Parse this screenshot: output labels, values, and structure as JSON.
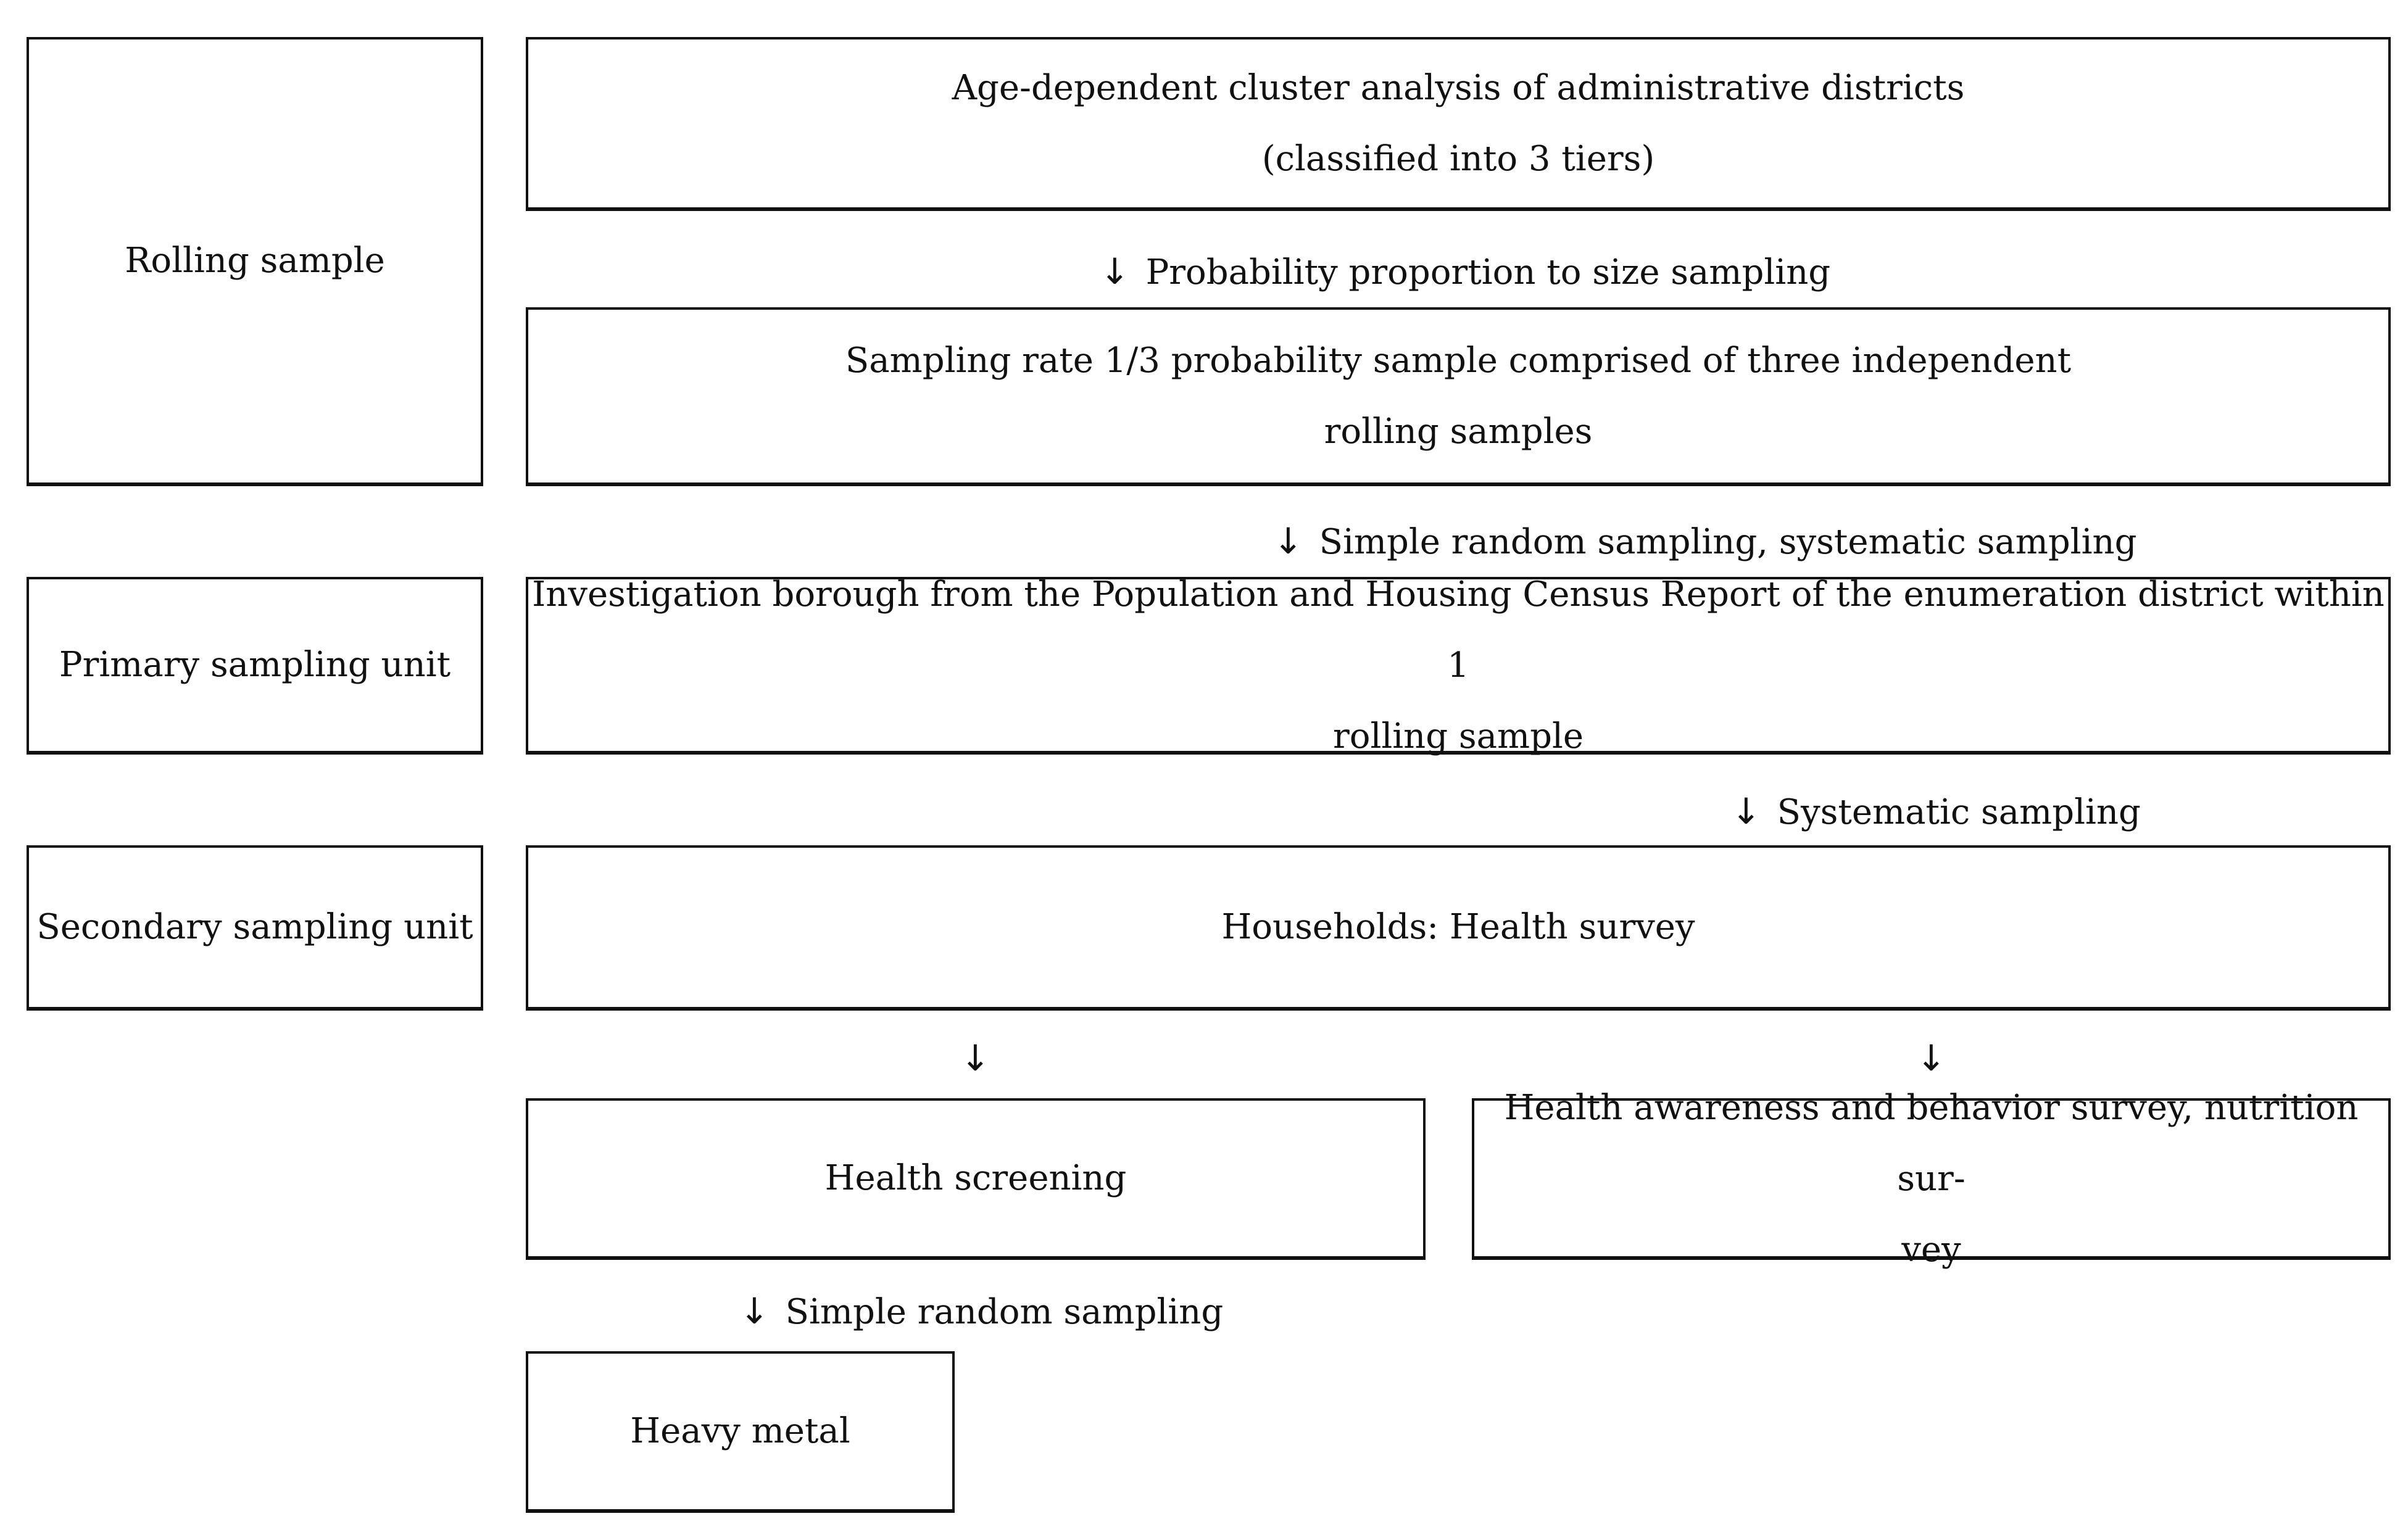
{
  "side_labels": {
    "rolling_sample": "Rolling sample",
    "primary_sampling_unit": "Primary sampling unit",
    "secondary_sampling_unit": "Secondary sampling unit"
  },
  "boxes": {
    "cluster_analysis": {
      "line1": "Age-dependent cluster analysis of administrative districts",
      "line2": "(classified into 3 tiers)"
    },
    "sampling_rate": {
      "line1": "Sampling rate 1/3 probability sample comprised of three independent",
      "line2": "rolling samples"
    },
    "investigation_borough": {
      "line1": "Investigation borough from the Population and Housing Census Report of the enumeration district within 1",
      "line2": "rolling sample"
    },
    "households": "Households: Health survey",
    "health_screening": "Health screening",
    "health_awareness": {
      "line1": "Health awareness and behavior survey, nutrition sur-",
      "line2": "vey"
    },
    "heavy_metal": "Heavy metal"
  },
  "arrow_glyph": "↓",
  "arrow_labels": {
    "pps": "Probability proportion to size sampling",
    "srs_systematic": "Simple random sampling, systematic sampling",
    "systematic": "Systematic sampling",
    "simple_random": "Simple random sampling"
  }
}
